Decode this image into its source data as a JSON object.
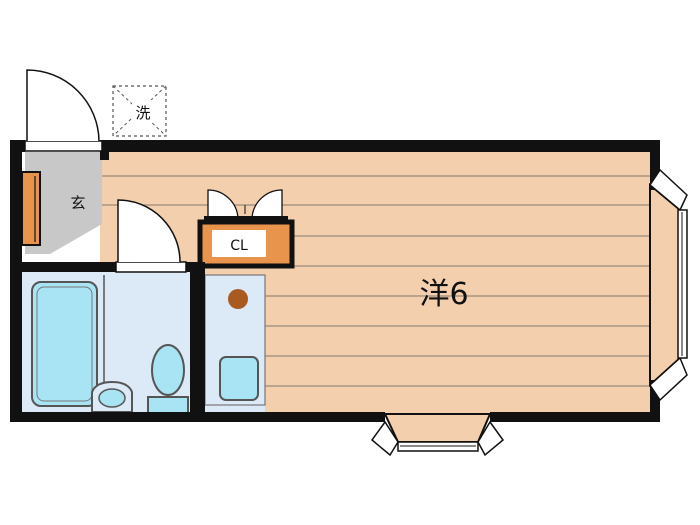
{
  "plan": {
    "rooms": {
      "western_room": "洋6",
      "entrance": "玄",
      "closet": "CL",
      "laundry": "洗"
    },
    "colors": {
      "wall": "#111111",
      "flooring": "#f4cfad",
      "plank_line": "#9a8a7a",
      "wet_area": "#dce9f7",
      "fixture": "#a8e4f3",
      "entrance_floor": "#c8c8c8",
      "shoe_box": "#e8944c",
      "appliance_dot": "#a85a20"
    }
  }
}
